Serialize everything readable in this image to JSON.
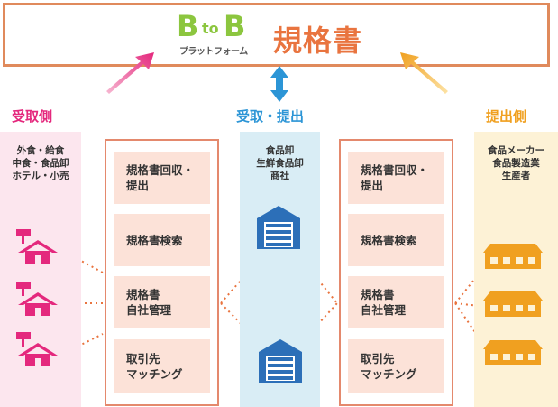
{
  "header": {
    "logo_b1": "B",
    "logo_to": "to",
    "logo_b2": "B",
    "logo_sub": "プラットフォーム",
    "title": "規格書"
  },
  "columns": {
    "receiver": {
      "heading": "受取側",
      "label_lines": [
        "外食・給食",
        "中食・食品卸",
        "ホテル・小売"
      ]
    },
    "middle": {
      "heading": "受取・提出",
      "label_lines": [
        "食品卸",
        "生鮮食品卸",
        "商社"
      ]
    },
    "sender": {
      "heading": "提出側",
      "label_lines": [
        "食品メーカー",
        "食品製造業",
        "生産者"
      ]
    }
  },
  "left_panel": {
    "items": [
      {
        "lines": [
          "規格書回収・",
          "提出"
        ]
      },
      {
        "lines": [
          "規格書検索"
        ]
      },
      {
        "lines": [
          "規格書",
          "自社管理"
        ]
      },
      {
        "lines": [
          "取引先",
          "マッチング"
        ]
      }
    ]
  },
  "right_panel": {
    "items": [
      {
        "lines": [
          "規格書回収・",
          "提出"
        ]
      },
      {
        "lines": [
          "規格書検索"
        ]
      },
      {
        "lines": [
          "規格書",
          "自社管理"
        ]
      },
      {
        "lines": [
          "取引先",
          "マッチング"
        ]
      }
    ]
  },
  "colors": {
    "receiver_accent": "#e4287d",
    "middle_accent": "#2c95d6",
    "sender_accent": "#f0a020",
    "panel_border": "#e4896d",
    "title_color": "#e9743f",
    "logo_green": "#8cc63f"
  },
  "icons": {
    "receiver": "house-with-signboard-icon",
    "middle": "warehouse-icon",
    "sender": "factory-icon"
  }
}
